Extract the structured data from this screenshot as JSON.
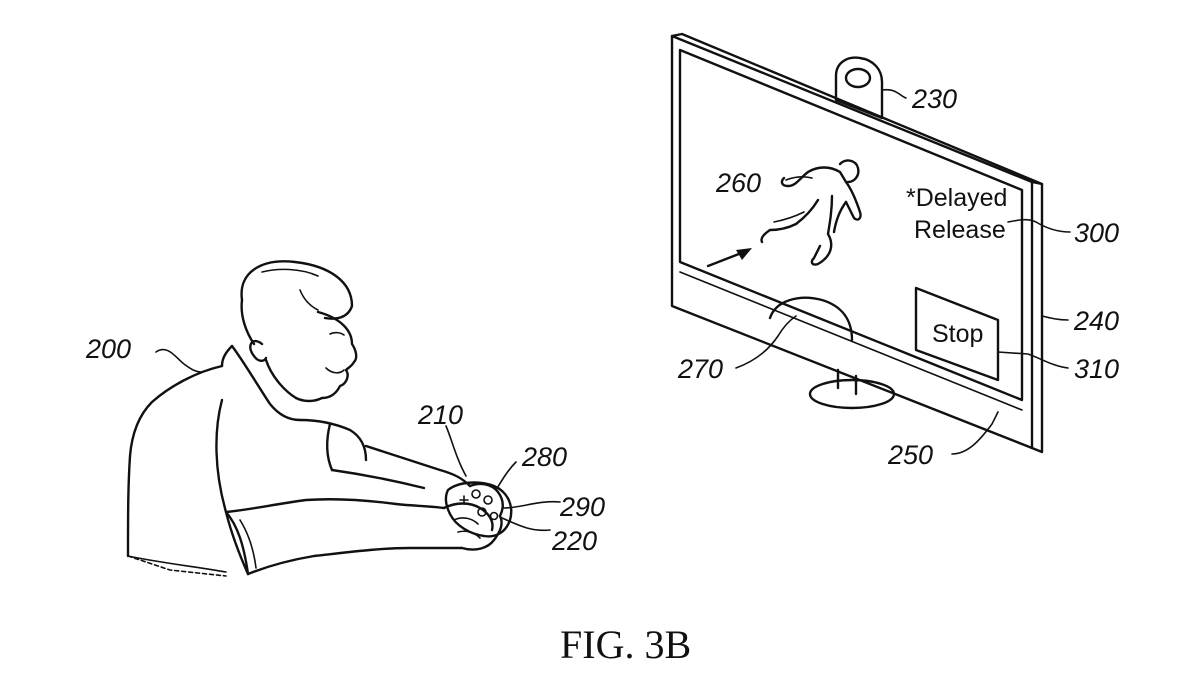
{
  "figure": {
    "caption": "FIG. 3B",
    "screen": {
      "notice_line1": "*Delayed",
      "notice_line2": "Release",
      "button_label": "Stop"
    },
    "reference_numerals": {
      "user": "200",
      "controller_top": "210",
      "camera": "230",
      "display": "240",
      "display_bezel": "250",
      "character": "260",
      "ball": "270",
      "controller_button_a": "280",
      "controller_button_b": "290",
      "controller_bottom": "220",
      "notice": "300",
      "stop_button": "310"
    }
  }
}
